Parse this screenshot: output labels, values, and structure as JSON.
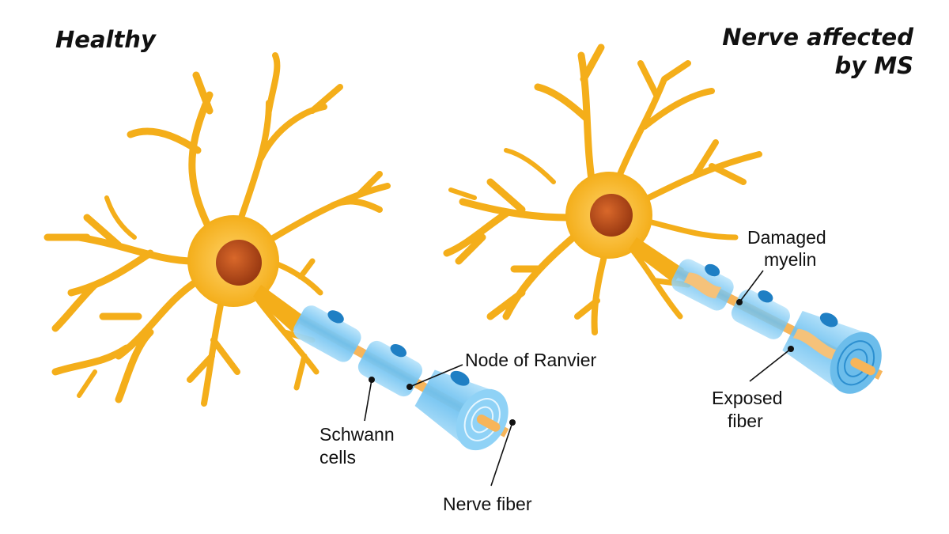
{
  "titles": {
    "healthy": "Healthy",
    "ms_line1": "Nerve affected",
    "ms_line2": "by MS"
  },
  "labels": {
    "node_of_ranvier": "Node of Ranvier",
    "schwann_line1": "Schwann",
    "schwann_line2": "cells",
    "nerve_fiber": "Nerve fiber",
    "damaged_line1": "Damaged",
    "damaged_line2": "myelin",
    "exposed_line1": "Exposed",
    "exposed_line2": "fiber"
  },
  "colors": {
    "neuron": "#f4ae1a",
    "nucleus": "#c2521c",
    "myelin": "#7cc8f2",
    "schwann_nucleus": "#1f7fc4",
    "fiber": "#f7b55a"
  }
}
